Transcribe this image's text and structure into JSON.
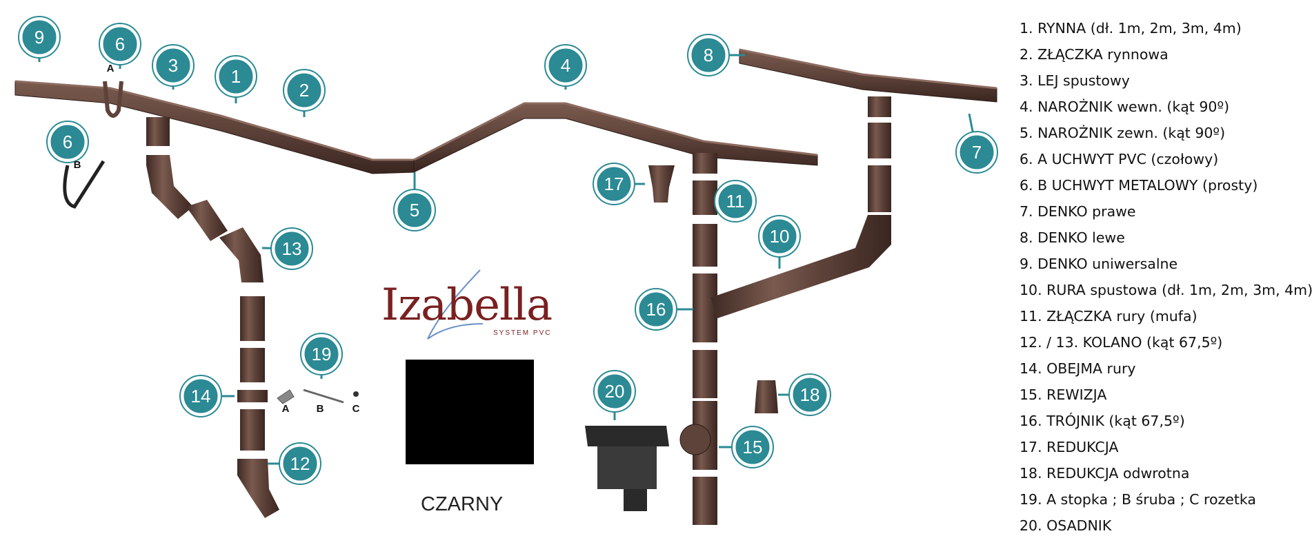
{
  "brand": {
    "name": "Izabella",
    "tagline": "SYSTEM PVC"
  },
  "color_label": "CZARNY",
  "colors": {
    "badge": "#2b8a94",
    "badge_ring": "#ffffff",
    "pipe": "#5e433a",
    "pipe_shade": "#3e2a24",
    "swatch": "#000000",
    "logo": "#7a2020"
  },
  "legend": [
    "1. RYNNA (dł. 1m, 2m, 3m, 4m)",
    "2. ZŁĄCZKA rynnowa",
    "3. LEJ spustowy",
    "4. NAROŻNIK wewn. (kąt 90º)",
    "5. NAROŻNIK zewn. (kąt 90º)",
    "6. A UCHWYT PVC (czołowy)",
    "6. B UCHWYT METALOWY (prosty)",
    "7. DENKO prawe",
    "8. DENKO lewe",
    "9. DENKO uniwersalne",
    "10. RURA spustowa (dł. 1m, 2m, 3m, 4m)",
    "11. ZŁĄCZKA rury (mufa)",
    "12. / 13. KOLANO (kąt 67,5º)",
    "14. OBEJMA rury",
    "15. REWIZJA",
    "16. TRÓJNIK (kąt 67,5º)",
    "17. REDUKCJA",
    "18. REDUKCJA odwrotna",
    "19. A stopka ; B śruba ; C rozetka",
    "20. OSADNIK"
  ],
  "callouts": [
    "9",
    "6",
    "3",
    "1",
    "2",
    "4",
    "8",
    "7",
    "6",
    "17",
    "11",
    "5",
    "10",
    "13",
    "16",
    "19",
    "20",
    "18",
    "14",
    "15",
    "12"
  ],
  "sublabels": [
    "A",
    "B",
    "A",
    "B",
    "C"
  ]
}
